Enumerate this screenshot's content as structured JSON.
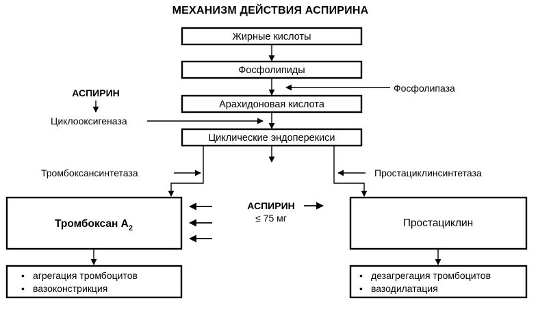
{
  "title": "МЕХАНИЗМ ДЕЙСТВИЯ АСПИРИНА",
  "chain": {
    "fatty_acids": "Жирные кислоты",
    "phospholipids": "Фосфолипиды",
    "arachidonic_acid": "Арахидоновая кислота",
    "endoperoxides": "Циклические эндоперекиси"
  },
  "enzymes": {
    "phospholipase": "Фосфолипаза",
    "cyclooxygenase": "Циклооксигеназа",
    "thromboxane_synthetase": "Тромбоксансинтетаза",
    "prostacyclin_synthetase": "Простациклинсинтетаза"
  },
  "aspirin_top": "АСПИРИН",
  "aspirin_middle": {
    "label": "АСПИРИН",
    "dose": "≤ 75 мг"
  },
  "thromboxane": {
    "label": "Тромбоксан А",
    "subscript": "2"
  },
  "prostacyclin": {
    "label": "Простациклин"
  },
  "effects_left": [
    "агрегация тромбоцитов",
    "вазоконстрикция"
  ],
  "effects_right": [
    "дезагрегация тромбоцитов",
    "вазодилатация"
  ],
  "bullet": "•"
}
